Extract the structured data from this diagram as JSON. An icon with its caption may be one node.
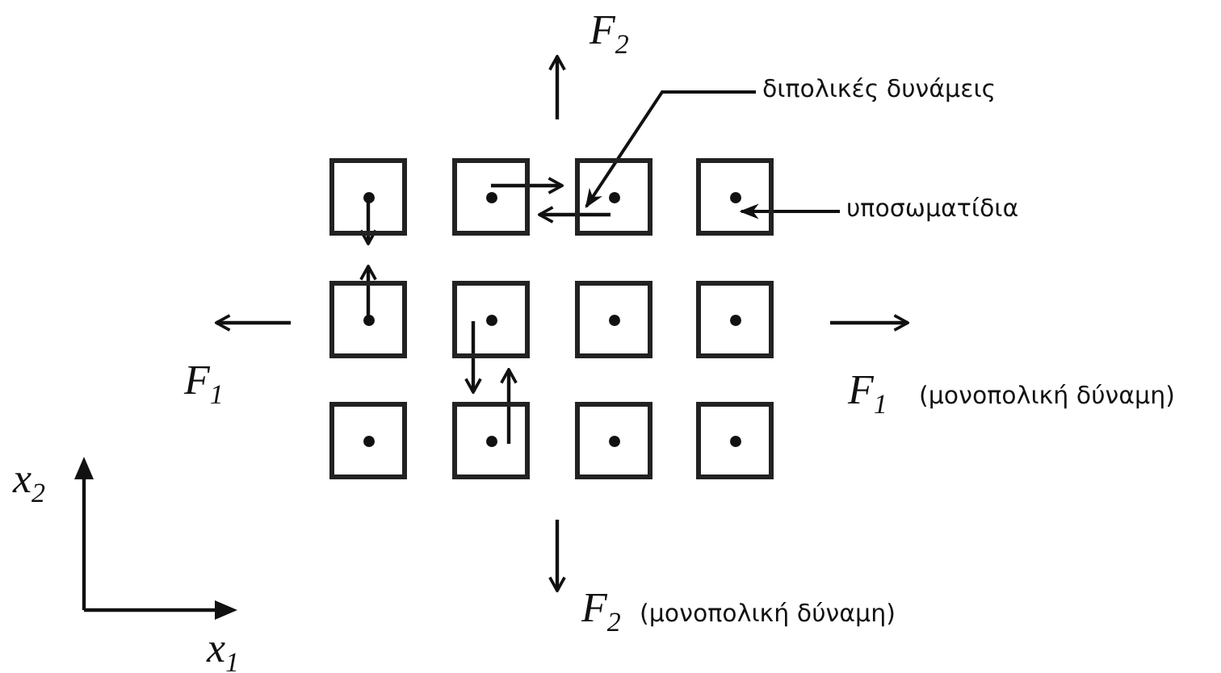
{
  "diagram": {
    "nodes": [
      {
        "text": [],
        "shape": "box"
      },
      {
        "text": [],
        "shape": "box"
      },
      {
        "text": [],
        "shape": "box"
      },
      {
        "text": [],
        "shape": "box"
      },
      {
        "text": [],
        "shape": "box"
      },
      {
        "text": [],
        "shape": "box"
      },
      {
        "text": [],
        "shape": "box"
      },
      {
        "text": [],
        "shape": "box"
      },
      {
        "text": [],
        "shape": "box"
      },
      {
        "text": [],
        "shape": "box"
      },
      {
        "text": [],
        "shape": "box"
      },
      {
        "text": [],
        "shape": "box"
      },
      {
        "text": [
          "διπολικές δυνάμεις"
        ]
      },
      {
        "text": [
          "υποσωματίδια"
        ]
      }
    ],
    "edges": [
      {
        "from": 0,
        "to": 4,
        "arrow": "to"
      },
      {
        "from": 4,
        "to": 0,
        "arrow": "to"
      },
      {
        "from": 1,
        "to": 2,
        "arrow": "to"
      },
      {
        "from": 2,
        "to": 1,
        "arrow": "to"
      },
      {
        "from": 5,
        "to": 9,
        "arrow": "to"
      },
      {
        "from": 9,
        "to": 5,
        "arrow": "to"
      },
      {
        "from": 12,
        "to": 2,
        "arrow": "to"
      },
      {
        "from": 13,
        "to": 3,
        "arrow": "to"
      }
    ],
    "labels": [
      "*F*$_{2}$",
      "*F*$_{1}$",
      "*F*$_{1}$",
      "(μονοπολική δύναμη)",
      "x$_{2}$",
      "*F*$_{2}$",
      "(μονοπολική δύναμη)",
      "x$_{1}$"
    ]
  }
}
